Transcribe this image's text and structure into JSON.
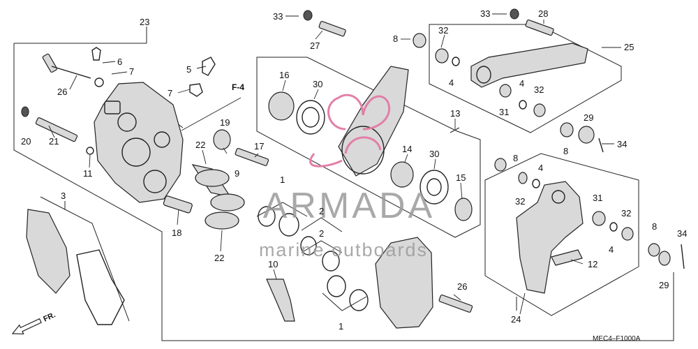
{
  "diagram": {
    "callouts": [
      {
        "id": "p23a",
        "label": "23"
      },
      {
        "id": "p6",
        "label": "6"
      },
      {
        "id": "p7a",
        "label": "7"
      },
      {
        "id": "p5",
        "label": "5"
      },
      {
        "id": "p7b",
        "label": "7"
      },
      {
        "id": "p26a",
        "label": "26"
      },
      {
        "id": "p20",
        "label": "20"
      },
      {
        "id": "p21",
        "label": "21"
      },
      {
        "id": "p11",
        "label": "11"
      },
      {
        "id": "p19",
        "label": "19"
      },
      {
        "id": "p17",
        "label": "17"
      },
      {
        "id": "p9",
        "label": "9"
      },
      {
        "id": "p22a",
        "label": "22"
      },
      {
        "id": "p22b",
        "label": "22"
      },
      {
        "id": "p3",
        "label": "3"
      },
      {
        "id": "p18",
        "label": "18"
      },
      {
        "id": "p1a",
        "label": "1"
      },
      {
        "id": "p2a",
        "label": "2"
      },
      {
        "id": "p2b",
        "label": "2"
      },
      {
        "id": "p1b",
        "label": "1"
      },
      {
        "id": "p10",
        "label": "10"
      },
      {
        "id": "p33a",
        "label": "33"
      },
      {
        "id": "p27",
        "label": "27"
      },
      {
        "id": "p16",
        "label": "16"
      },
      {
        "id": "p30a",
        "label": "30"
      },
      {
        "id": "p13",
        "label": "13"
      },
      {
        "id": "p14",
        "label": "14"
      },
      {
        "id": "p30b",
        "label": "30"
      },
      {
        "id": "p15",
        "label": "15"
      },
      {
        "id": "p8a",
        "label": "8"
      },
      {
        "id": "p32a",
        "label": "32"
      },
      {
        "id": "p4a",
        "label": "4"
      },
      {
        "id": "p33b",
        "label": "33"
      },
      {
        "id": "p28",
        "label": "28"
      },
      {
        "id": "p25",
        "label": "25"
      },
      {
        "id": "p4b",
        "label": "4"
      },
      {
        "id": "p32b",
        "label": "32"
      },
      {
        "id": "p31a",
        "label": "31"
      },
      {
        "id": "p29a",
        "label": "29"
      },
      {
        "id": "p8b",
        "label": "8"
      },
      {
        "id": "p34a",
        "label": "34"
      },
      {
        "id": "p8c",
        "label": "8"
      },
      {
        "id": "p4c",
        "label": "4"
      },
      {
        "id": "p32c",
        "label": "32"
      },
      {
        "id": "p31b",
        "label": "31"
      },
      {
        "id": "p32d",
        "label": "32"
      },
      {
        "id": "p4d",
        "label": "4"
      },
      {
        "id": "p12",
        "label": "12"
      },
      {
        "id": "p8d",
        "label": "8"
      },
      {
        "id": "p34b",
        "label": "34"
      },
      {
        "id": "p29b",
        "label": "29"
      },
      {
        "id": "p24",
        "label": "24"
      },
      {
        "id": "p26b",
        "label": "26"
      }
    ],
    "reference_label": "F-4",
    "direction_label": "FR.",
    "diagram_code": "MEC4–F1000A"
  },
  "watermark": {
    "brand": "ARMADA",
    "tagline": "marine outboards",
    "color": "#e27fa8"
  }
}
